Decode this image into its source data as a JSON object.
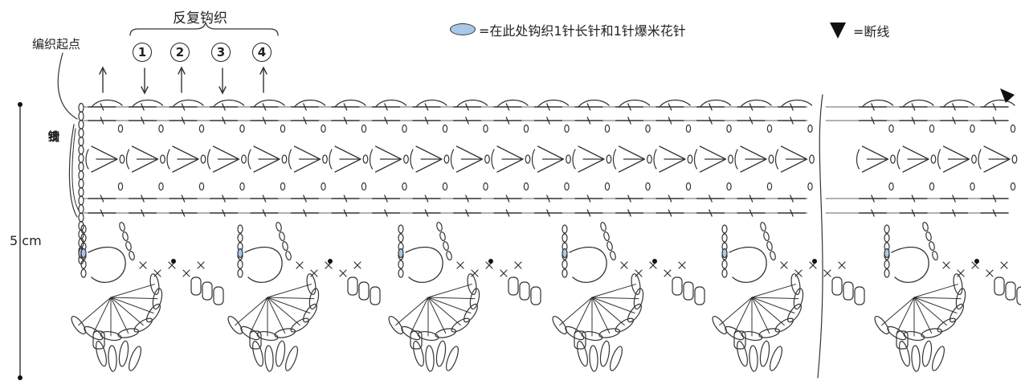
{
  "header": {
    "repeat_label": "反复钩织",
    "start_label": "编织起点",
    "rows": [
      "1",
      "2",
      "3",
      "4"
    ],
    "row_directions": [
      "up",
      "down",
      "up",
      "down",
      "up"
    ]
  },
  "legend": {
    "oval_text": "=在此处钩织1针长针和1针爆米花针",
    "oval_color": "#a9c8e8",
    "break_text": "=断线"
  },
  "side": {
    "chain_note": [
      "钩",
      "织",
      "9",
      "针",
      "锁",
      "针"
    ],
    "height_label": "5 cm"
  },
  "diagram": {
    "stitch_color": "#333333",
    "repeat_count": 12,
    "scallop_count": 6
  }
}
